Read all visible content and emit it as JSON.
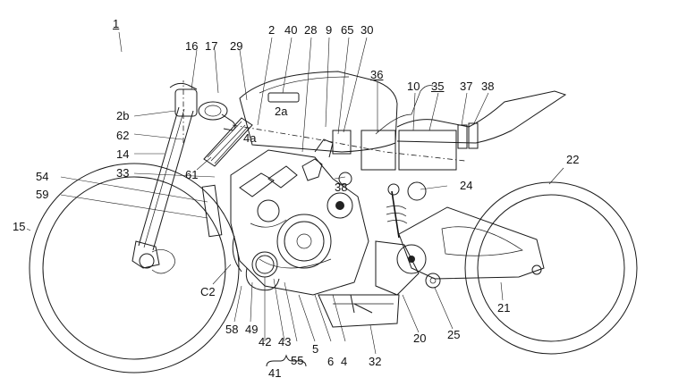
{
  "figure": {
    "main_ref": "1",
    "labels": {
      "r2b": "2b",
      "r62": "62",
      "r14": "14",
      "r33": "33",
      "r54": "54",
      "r59": "59",
      "r15": "15",
      "r16": "16",
      "r17": "17",
      "r29": "29",
      "r2": "2",
      "r40": "40",
      "r28": "28",
      "r9": "9",
      "r65": "65",
      "r30": "30",
      "r36": "36",
      "r10": "10",
      "r35": "35",
      "r37": "37",
      "r38a": "38",
      "r2a": "2a",
      "r4a": "4a",
      "r61": "61",
      "r38b": "38",
      "r24": "24",
      "r22": "22",
      "rC2": "C2",
      "r58": "58",
      "r49": "49",
      "r42": "42",
      "r43": "43",
      "r41": "41",
      "r55": "55",
      "r5": "5",
      "r6": "6",
      "r4": "4",
      "r32": "32",
      "r20": "20",
      "r25": "25",
      "r21": "21"
    }
  }
}
